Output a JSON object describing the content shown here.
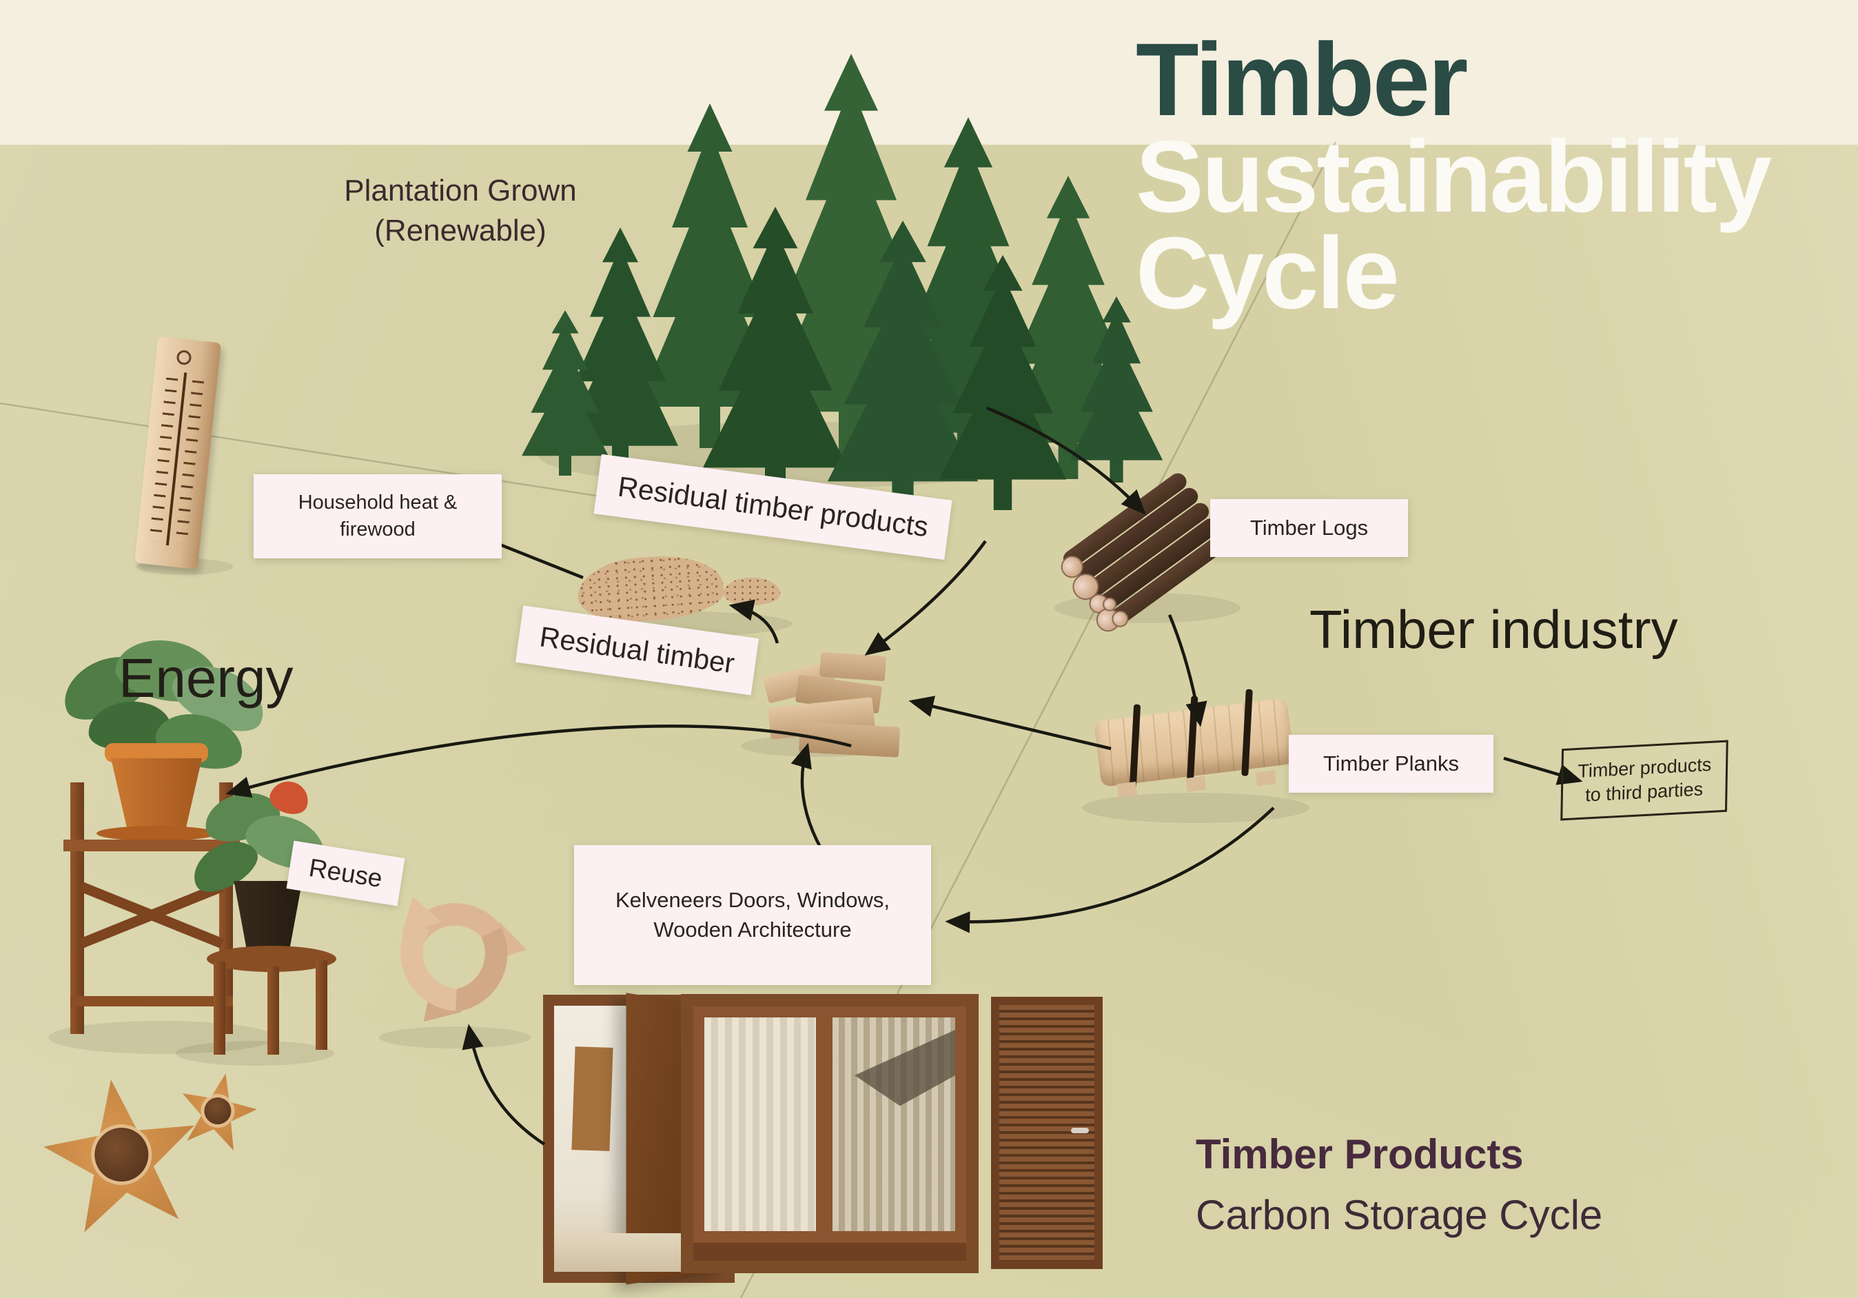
{
  "title": {
    "line1": "Timber",
    "line2": "Sustainability",
    "line3": "Cycle"
  },
  "headings": {
    "plantation": "Plantation Grown\n(Renewable)",
    "timber_industry": "Timber industry",
    "energy": "Energy",
    "timber_products": "Timber Products",
    "carbon_storage": "Carbon Storage Cycle"
  },
  "labels": {
    "timber_logs": "Timber Logs",
    "timber_planks": "Timber Planks",
    "residual_timber_products": "Residual timber products",
    "residual_timber": "Residual timber",
    "household_heat": "Household heat &\nfirewood",
    "reuse": "Reuse",
    "kelveneers": "Kelveneers Doors, Windows,\nWooden Architecture",
    "stamp": "Timber products\nto third parties"
  },
  "illustrations": {
    "trees": "conifer-forest",
    "thermometer": "wooden-thermometer",
    "plants": "potted-plants-on-wooden-stands",
    "stars": "wooden-star-decorations",
    "recycle": "wooden-recycle-arrows",
    "logs": "timber-logs-stack",
    "planks": "timber-planks-bundle",
    "pellets": "wood-shavings-piles",
    "chunks": "residual-wood-pieces",
    "door": "wooden-open-door",
    "window": "wooden-sliding-window",
    "louver": "wooden-louvered-door"
  },
  "colors": {
    "background_top": "#f4efdf",
    "background_main": "#d6d1a5",
    "title_teal": "#2b4b45",
    "title_white": "#fbfaf4",
    "label_bg": "#fdf0f3",
    "text_dark": "#2a2420",
    "maroon_heading": "#46283c",
    "arrow": "#191912",
    "wood_light": "#e5c8a5",
    "wood_dark": "#4e3424",
    "leaf_green": "#35633a"
  }
}
